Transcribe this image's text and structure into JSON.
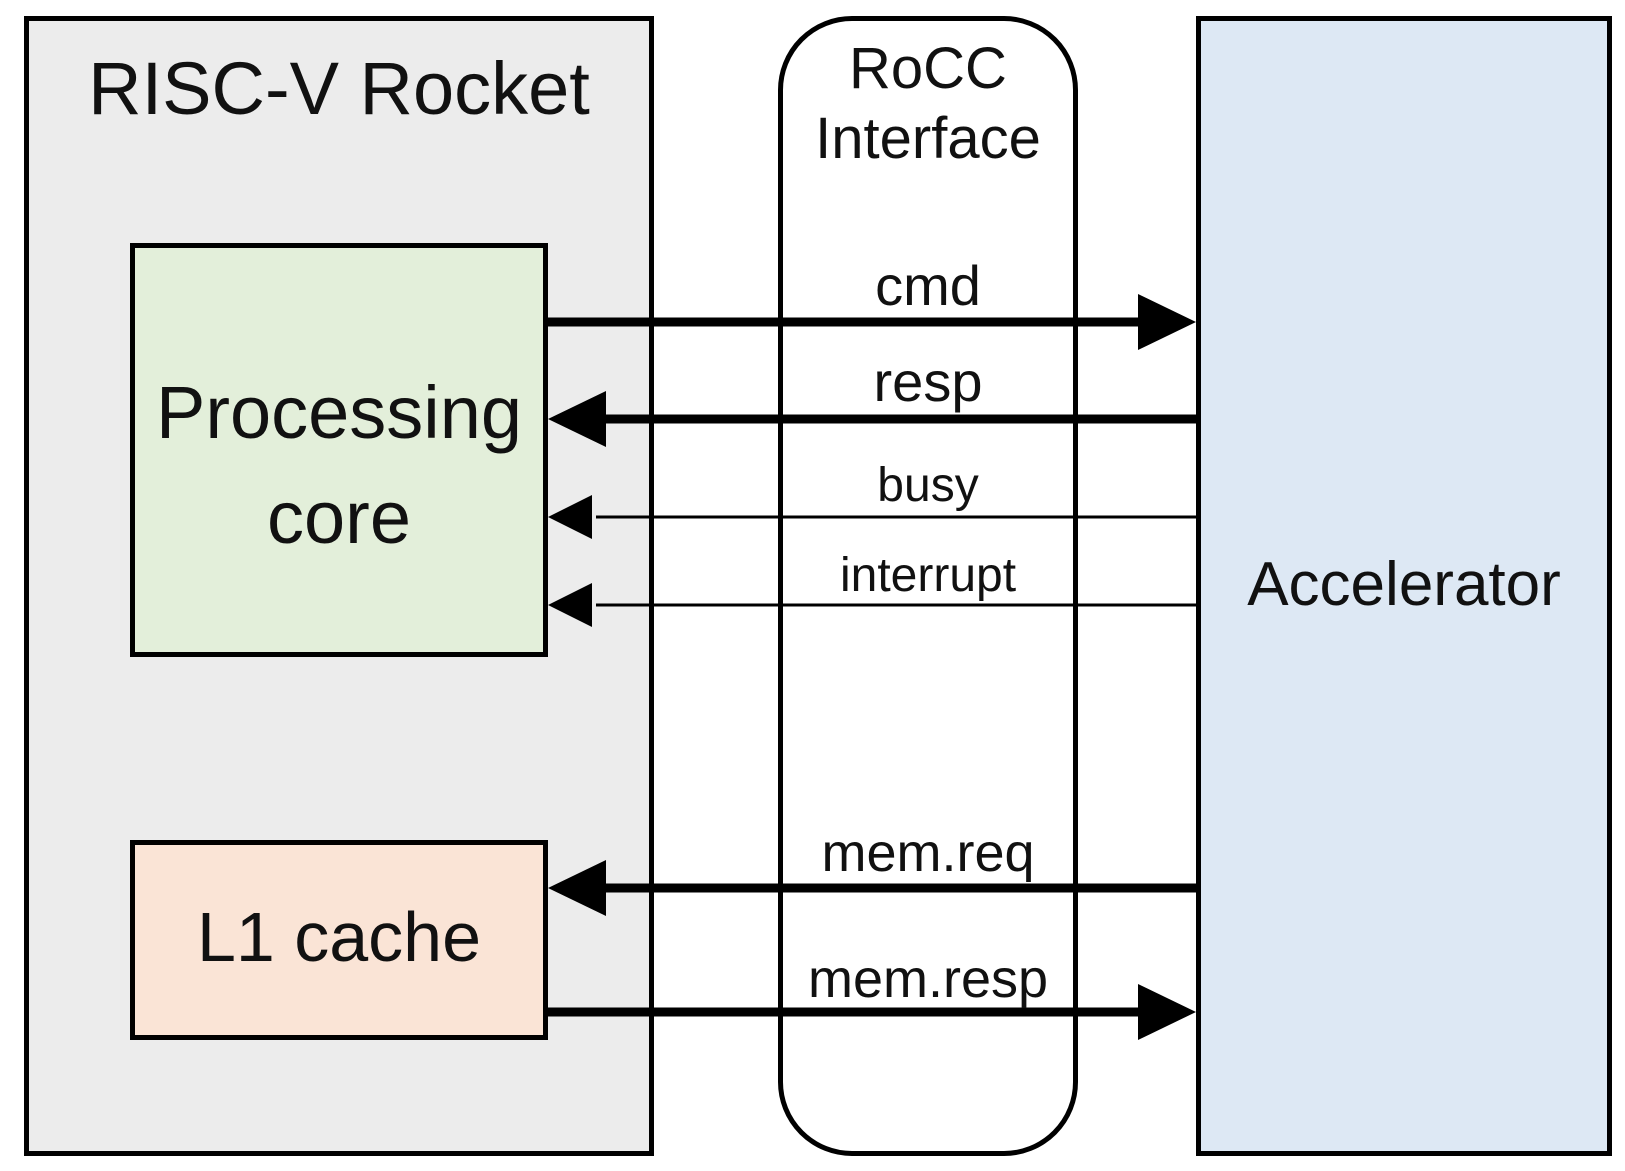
{
  "blocks": {
    "rocket": {
      "title": "RISC-V Rocket",
      "fill": "#ececec"
    },
    "rocc": {
      "title_line1": "RoCC",
      "title_line2": "Interface"
    },
    "accelerator": {
      "label": "Accelerator",
      "fill": "#dde8f4"
    },
    "processing_core": {
      "label_line1": "Processing",
      "label_line2": "core",
      "fill": "#e3efda"
    },
    "l1_cache": {
      "label": "L1 cache",
      "fill": "#fae4d6"
    }
  },
  "signals": [
    {
      "label": "cmd",
      "direction": "to-accelerator",
      "weight": "thick",
      "endpoint": "processing-core"
    },
    {
      "label": "resp",
      "direction": "to-core",
      "weight": "thick",
      "endpoint": "processing-core"
    },
    {
      "label": "busy",
      "direction": "to-core",
      "weight": "thin",
      "endpoint": "processing-core"
    },
    {
      "label": "interrupt",
      "direction": "to-core",
      "weight": "thin",
      "endpoint": "processing-core"
    },
    {
      "label": "mem.req",
      "direction": "to-core",
      "weight": "thick",
      "endpoint": "l1-cache"
    },
    {
      "label": "mem.resp",
      "direction": "to-accelerator",
      "weight": "thick",
      "endpoint": "l1-cache"
    }
  ]
}
